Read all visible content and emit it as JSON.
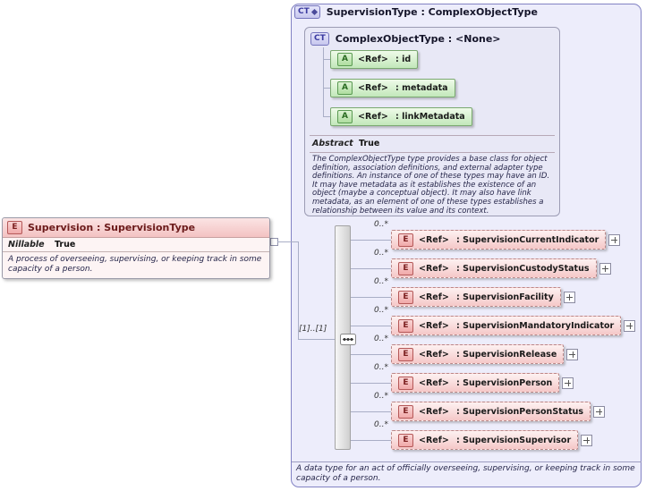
{
  "badges": {
    "element": "E",
    "attribute": "A",
    "complex_type": "CT"
  },
  "left_panel": {
    "title": "Supervision : SupervisionType",
    "fact_label": "Nillable",
    "fact_value": "True",
    "description": "A process of overseeing, supervising, or keeping track in some capacity of a person."
  },
  "type_panel": {
    "title": "SupervisionType : ComplexObjectType",
    "base": {
      "title": "ComplexObjectType : <None>",
      "attributes": [
        {
          "ref": "<Ref>",
          "name": ": id"
        },
        {
          "ref": "<Ref>",
          "name": ": metadata"
        },
        {
          "ref": "<Ref>",
          "name": ": linkMetadata"
        }
      ],
      "fact_label": "Abstract",
      "fact_value": "True",
      "description": "The ComplexObjectType type provides a base class for object definition, association definitions, and external adapter type definitions. An instance of one of these types may have an ID. It may have metadata as it establishes the existence of an object (maybe a conceptual object). It may also have link metadata, as an element of one of these types establishes a relationship between its value and its context."
    },
    "sequence_cardinality": "[1]..[1]",
    "elements": [
      {
        "occurs": "0..*",
        "ref": "<Ref>",
        "name": ": SupervisionCurrentIndicator"
      },
      {
        "occurs": "0..*",
        "ref": "<Ref>",
        "name": ": SupervisionCustodyStatus"
      },
      {
        "occurs": "0..*",
        "ref": "<Ref>",
        "name": ": SupervisionFacility"
      },
      {
        "occurs": "0..*",
        "ref": "<Ref>",
        "name": ": SupervisionMandatoryIndicator"
      },
      {
        "occurs": "0..*",
        "ref": "<Ref>",
        "name": ": SupervisionRelease"
      },
      {
        "occurs": "0..*",
        "ref": "<Ref>",
        "name": ": SupervisionPerson"
      },
      {
        "occurs": "0..*",
        "ref": "<Ref>",
        "name": ": SupervisionPersonStatus"
      },
      {
        "occurs": "0..*",
        "ref": "<Ref>",
        "name": ": SupervisionSupervisor"
      }
    ],
    "description": "A data type for an act of officially overseeing, supervising, or keeping track in some capacity of a person."
  },
  "colors": {
    "element_fill": "#f5c8c8",
    "attribute_fill": "#c2e8ba",
    "panel_fill": "#ededfb",
    "panel_border": "#8282c4",
    "element_accent": "#b45858",
    "attribute_accent": "#5a9a52",
    "type_accent": "#7474bc"
  }
}
